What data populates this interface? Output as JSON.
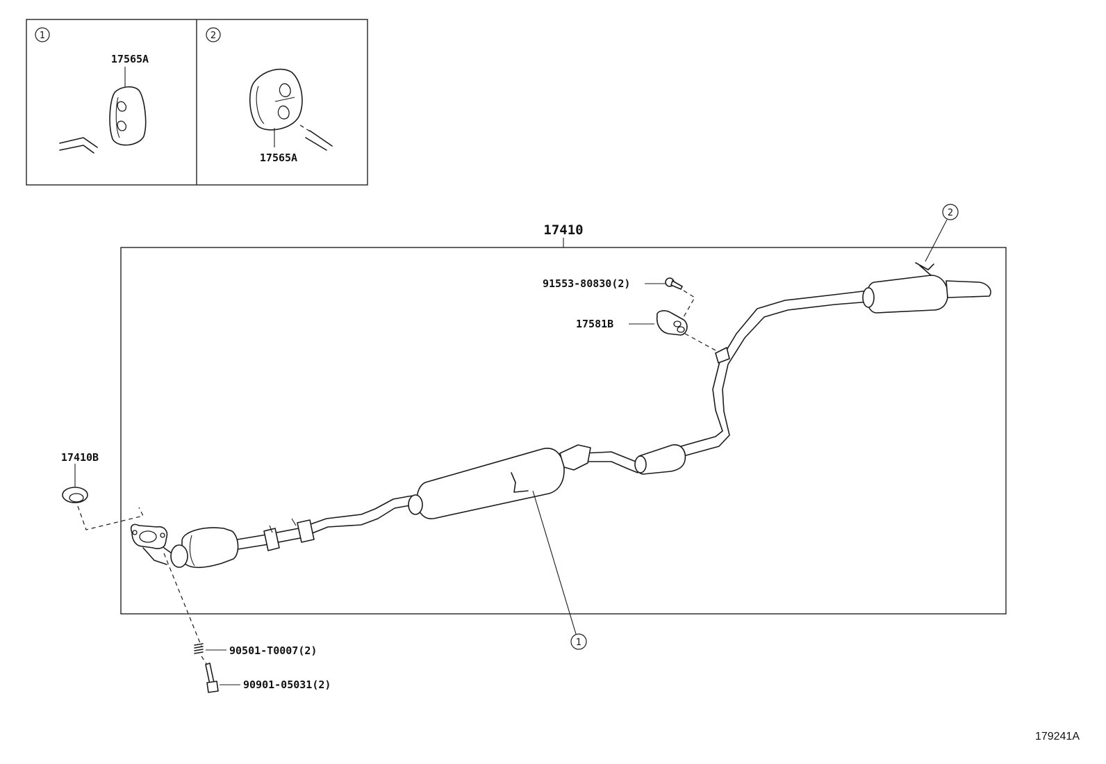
{
  "callouts": {
    "one": "1",
    "two": "2"
  },
  "detail_panels": [
    {
      "ref": "1",
      "part": "17565A"
    },
    {
      "ref": "2",
      "part": "17565A"
    }
  ],
  "parts": {
    "pipe_assy": "17410",
    "gasket": "17410B",
    "bolt_top": "91553-80830(2)",
    "hanger": "17581B",
    "spring": "90501-T0007(2)",
    "bolt_bottom": "90901-05031(2)"
  },
  "drawing_code": "179241A"
}
